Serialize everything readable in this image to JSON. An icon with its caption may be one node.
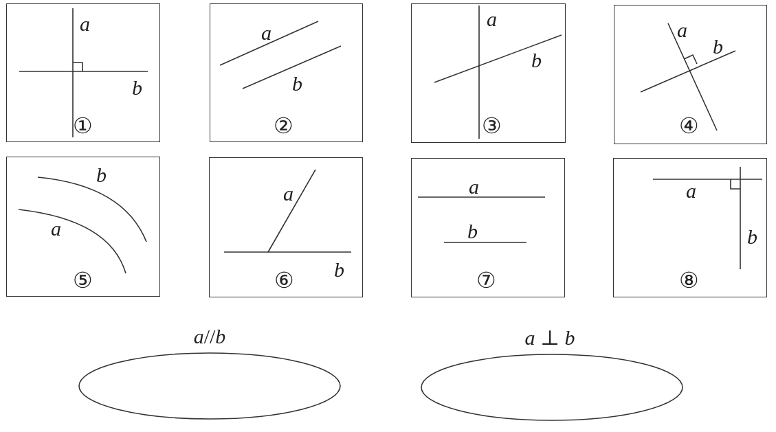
{
  "diagram": {
    "nodes": [
      {
        "text": [
          "a",
          "b",
          "①"
        ]
      },
      {
        "text": [
          "a",
          "b",
          "②"
        ]
      },
      {
        "text": [
          "a",
          "b",
          "③"
        ]
      },
      {
        "text": [
          "a",
          "b",
          "④"
        ]
      },
      {
        "text": [
          "b",
          "a",
          "⑤"
        ]
      },
      {
        "text": [
          "a",
          "b",
          "⑥"
        ]
      },
      {
        "text": [
          "a",
          "b",
          "⑦"
        ]
      },
      {
        "text": [
          "a",
          "b",
          "⑧"
        ]
      },
      {
        "text": [
          "*a*//*b*"
        ]
      },
      {
        "text": [
          "*a* ⊥ *b*"
        ]
      }
    ],
    "edges": []
  }
}
